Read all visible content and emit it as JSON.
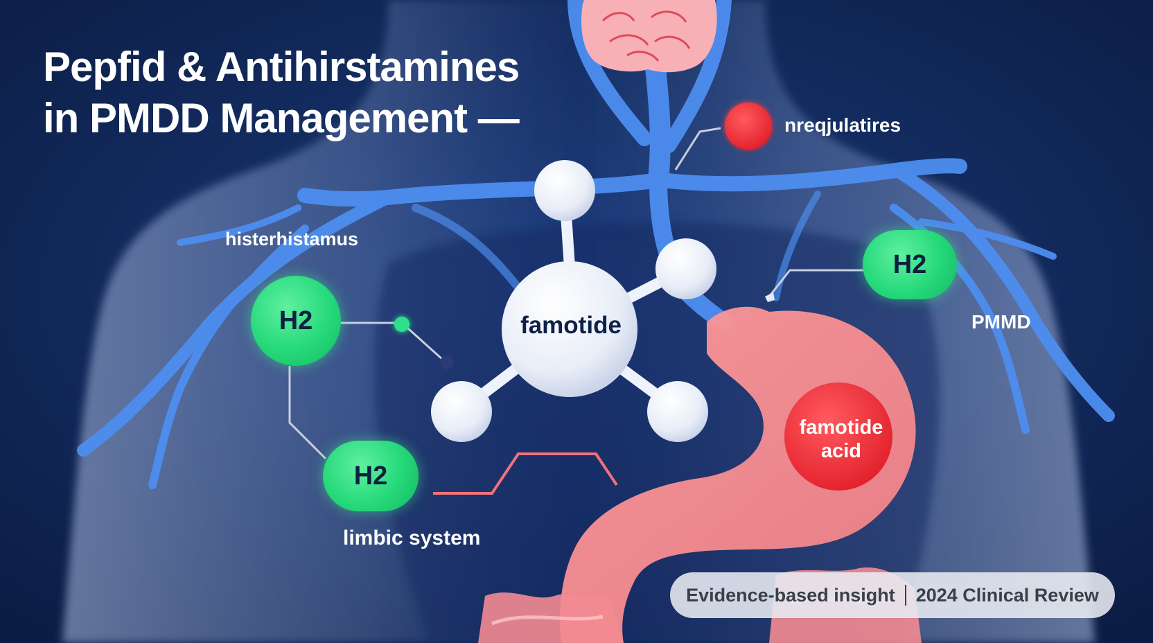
{
  "title": {
    "line1": "Pepfid & Antihirstamines",
    "line2": "in PMDD Management —"
  },
  "labels": {
    "top_right": "nreqjulatires",
    "left": "histerhistamus",
    "right": "PMMD",
    "bottom_left": "limbic system"
  },
  "molecule": {
    "center": "famotide"
  },
  "receptors": {
    "left": "H2",
    "lower_left": "H2",
    "right": "H2"
  },
  "stomach": {
    "line1": "famotide",
    "line2": "acid"
  },
  "footer": {
    "left": "Evidence-based insight",
    "right": "2024 Clinical Review"
  },
  "colors": {
    "background": "#0f2350",
    "vessels": "#4d8ef0",
    "receptor_green": "#25d97a",
    "stomach_pink": "#f58f92",
    "red_dot": "#ee2b34",
    "molecule_white": "#f1f4fa"
  }
}
